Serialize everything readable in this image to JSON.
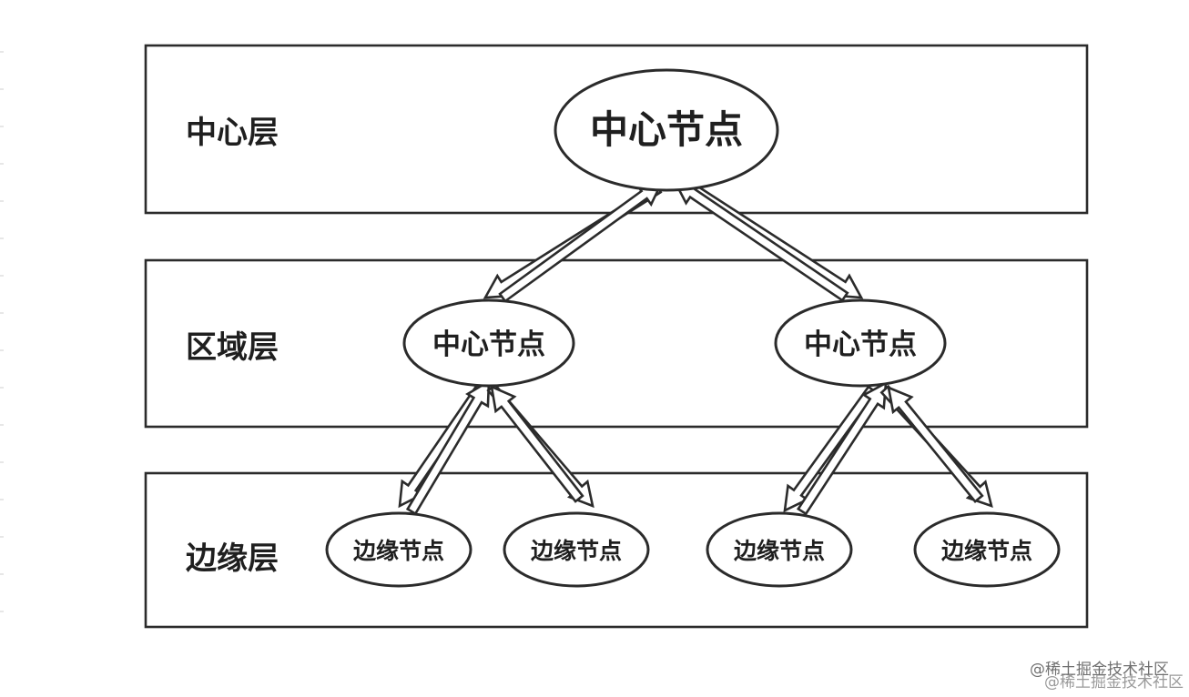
{
  "layers": [
    {
      "id": "center",
      "label": "中心层"
    },
    {
      "id": "region",
      "label": "区域层"
    },
    {
      "id": "edge",
      "label": "边缘层"
    }
  ],
  "nodes": {
    "center": "中心节点",
    "region_left": "中心节点",
    "region_right": "中心节点",
    "edge_1": "边缘节点",
    "edge_2": "边缘节点",
    "edge_3": "边缘节点",
    "edge_4": "边缘节点"
  },
  "watermark": "@稀土掘金技术社区",
  "colors": {
    "stroke": "#2b2b2b",
    "fill": "#ffffff",
    "text": "#1f1f1f"
  }
}
